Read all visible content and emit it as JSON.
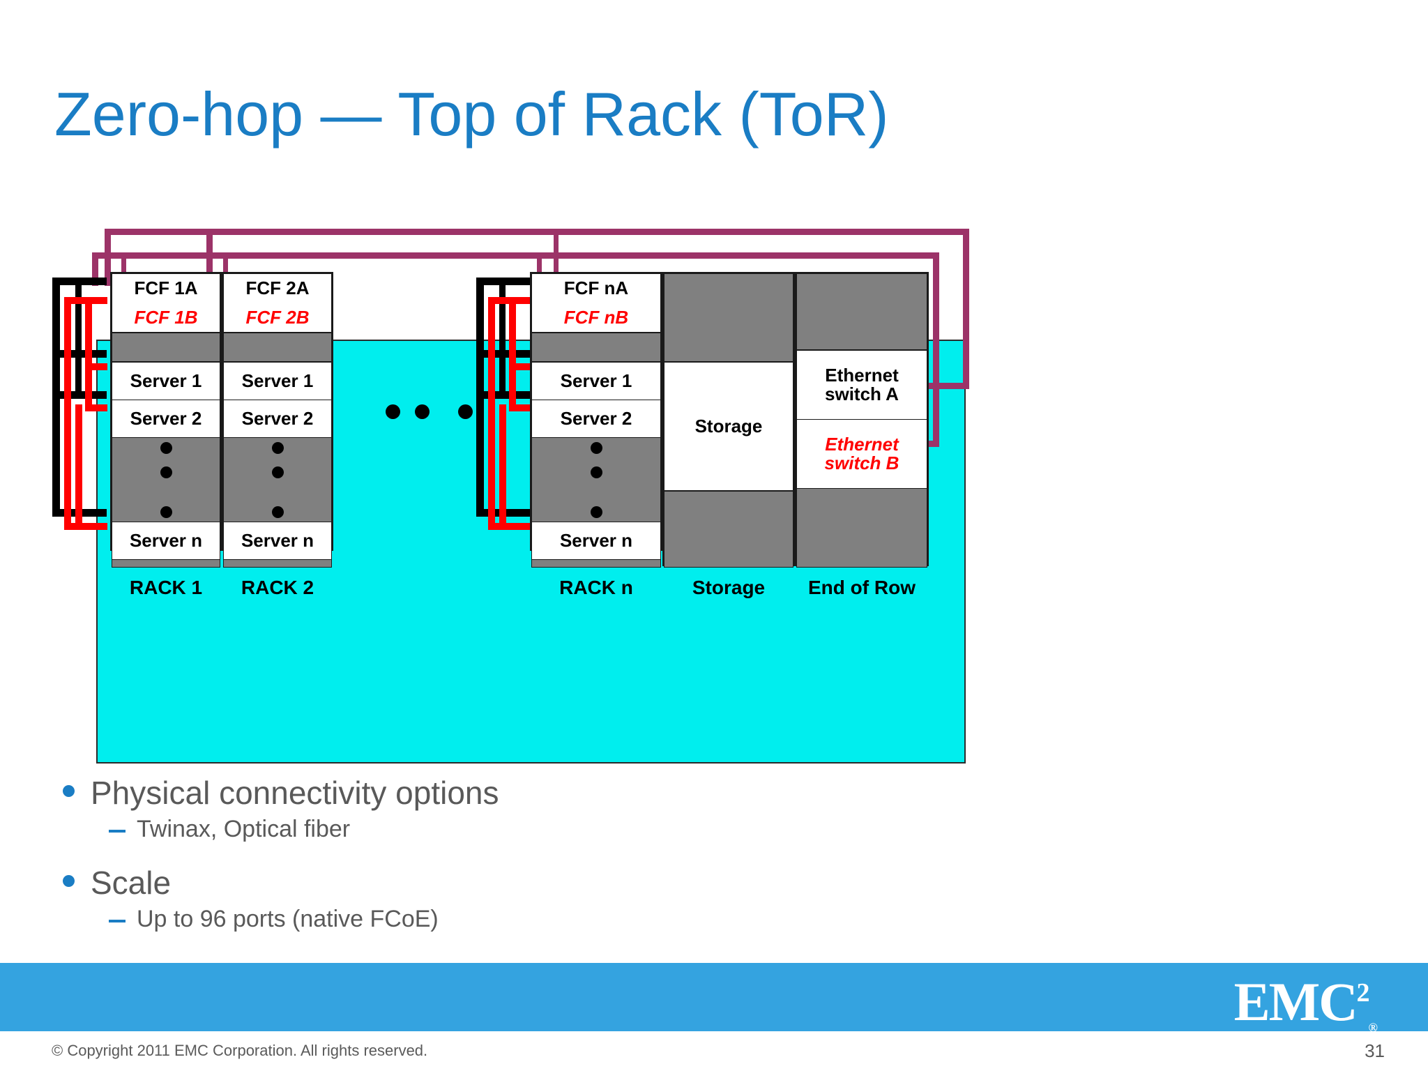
{
  "slide": {
    "title": "Zero-hop — Top of Rack (ToR)",
    "title_color": "#1a7dc4",
    "page_number": "31",
    "copyright": "© Copyright 2011 EMC Corporation. All rights reserved.",
    "logo": {
      "text": "EMC",
      "superscript": "2",
      "registered": "®"
    },
    "footer_band_color": "#34a3e0"
  },
  "diagram": {
    "panel_color": "#00EEEE",
    "wire_colors": {
      "fcf_a_black": "#000000",
      "fcf_b_red": "#ff0000",
      "uplink_purple": "#9c3368"
    },
    "racks": [
      {
        "label": "RACK 1",
        "units": [
          {
            "text": "FCF 1A",
            "style": "white"
          },
          {
            "text": "FCF 1B",
            "style": "white-red-italic"
          },
          {
            "text": "",
            "style": "gray"
          },
          {
            "text": "Server 1",
            "style": "white"
          },
          {
            "text": "Server 2",
            "style": "white"
          },
          {
            "text": "",
            "style": "gray-dots"
          },
          {
            "text": "Server n",
            "style": "white"
          },
          {
            "text": "",
            "style": "gray"
          }
        ]
      },
      {
        "label": "RACK 2",
        "units": [
          {
            "text": "FCF 2A",
            "style": "white"
          },
          {
            "text": "FCF 2B",
            "style": "white-red-italic"
          },
          {
            "text": "",
            "style": "gray"
          },
          {
            "text": "Server 1",
            "style": "white"
          },
          {
            "text": "Server 2",
            "style": "white"
          },
          {
            "text": "",
            "style": "gray-dots"
          },
          {
            "text": "Server n",
            "style": "white"
          },
          {
            "text": "",
            "style": "gray"
          }
        ]
      },
      {
        "label": "RACK n",
        "units": [
          {
            "text": "FCF nA",
            "style": "white"
          },
          {
            "text": "FCF nB",
            "style": "white-red-italic"
          },
          {
            "text": "",
            "style": "gray"
          },
          {
            "text": "Server 1",
            "style": "white"
          },
          {
            "text": "Server 2",
            "style": "white"
          },
          {
            "text": "",
            "style": "gray-dots"
          },
          {
            "text": "Server n",
            "style": "white"
          },
          {
            "text": "",
            "style": "gray"
          }
        ]
      }
    ],
    "storage_column": {
      "label": "Storage",
      "units": [
        {
          "text": "",
          "style": "gray"
        },
        {
          "text": "Storage",
          "style": "white"
        },
        {
          "text": "",
          "style": "gray"
        }
      ]
    },
    "end_of_row_column": {
      "label": "End of Row",
      "units": [
        {
          "text": "",
          "style": "gray"
        },
        {
          "text": "Ethernet switch A",
          "style": "white"
        },
        {
          "text": "Ethernet switch B",
          "style": "white-red-italic"
        },
        {
          "text": "",
          "style": "gray"
        }
      ]
    },
    "ellipsis_between_racks": 3
  },
  "bullets": [
    {
      "level": 1,
      "text": "Physical connectivity options"
    },
    {
      "level": 2,
      "text": "Twinax, Optical fiber"
    },
    {
      "level": 1,
      "text": "Scale"
    },
    {
      "level": 2,
      "text": "Up to 96 ports (native FCoE)"
    }
  ]
}
